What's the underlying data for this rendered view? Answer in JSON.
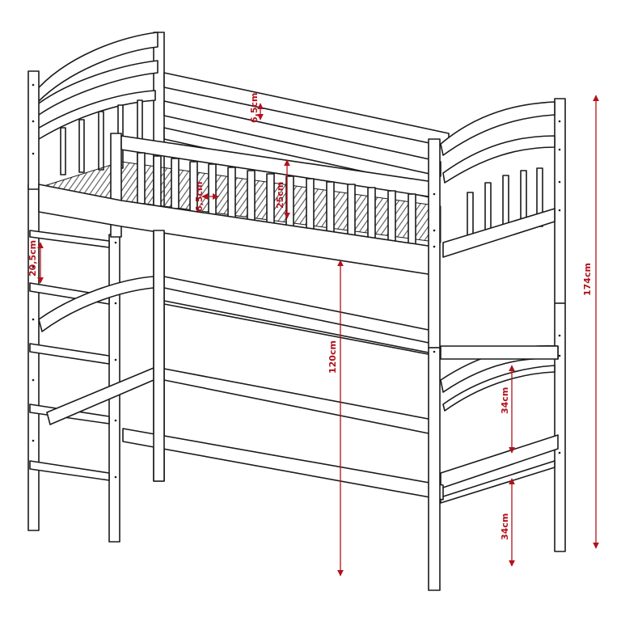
{
  "diagram": {
    "subject": "loft bed with ladder",
    "colors": {
      "line": "#1a1a1a",
      "fill": "#ffffff",
      "dimension": "#b0121b",
      "slat_hatch": "#555555"
    }
  },
  "dimensions": {
    "rail_gap": "6,5cm",
    "bar_gap": "6,5cm",
    "guard_height": "25cm",
    "step_spacing": "20,5cm",
    "clearance": "120cm",
    "total_height": "174cm",
    "lower_rail_height": "34cm",
    "bottom_gap": "34cm"
  }
}
